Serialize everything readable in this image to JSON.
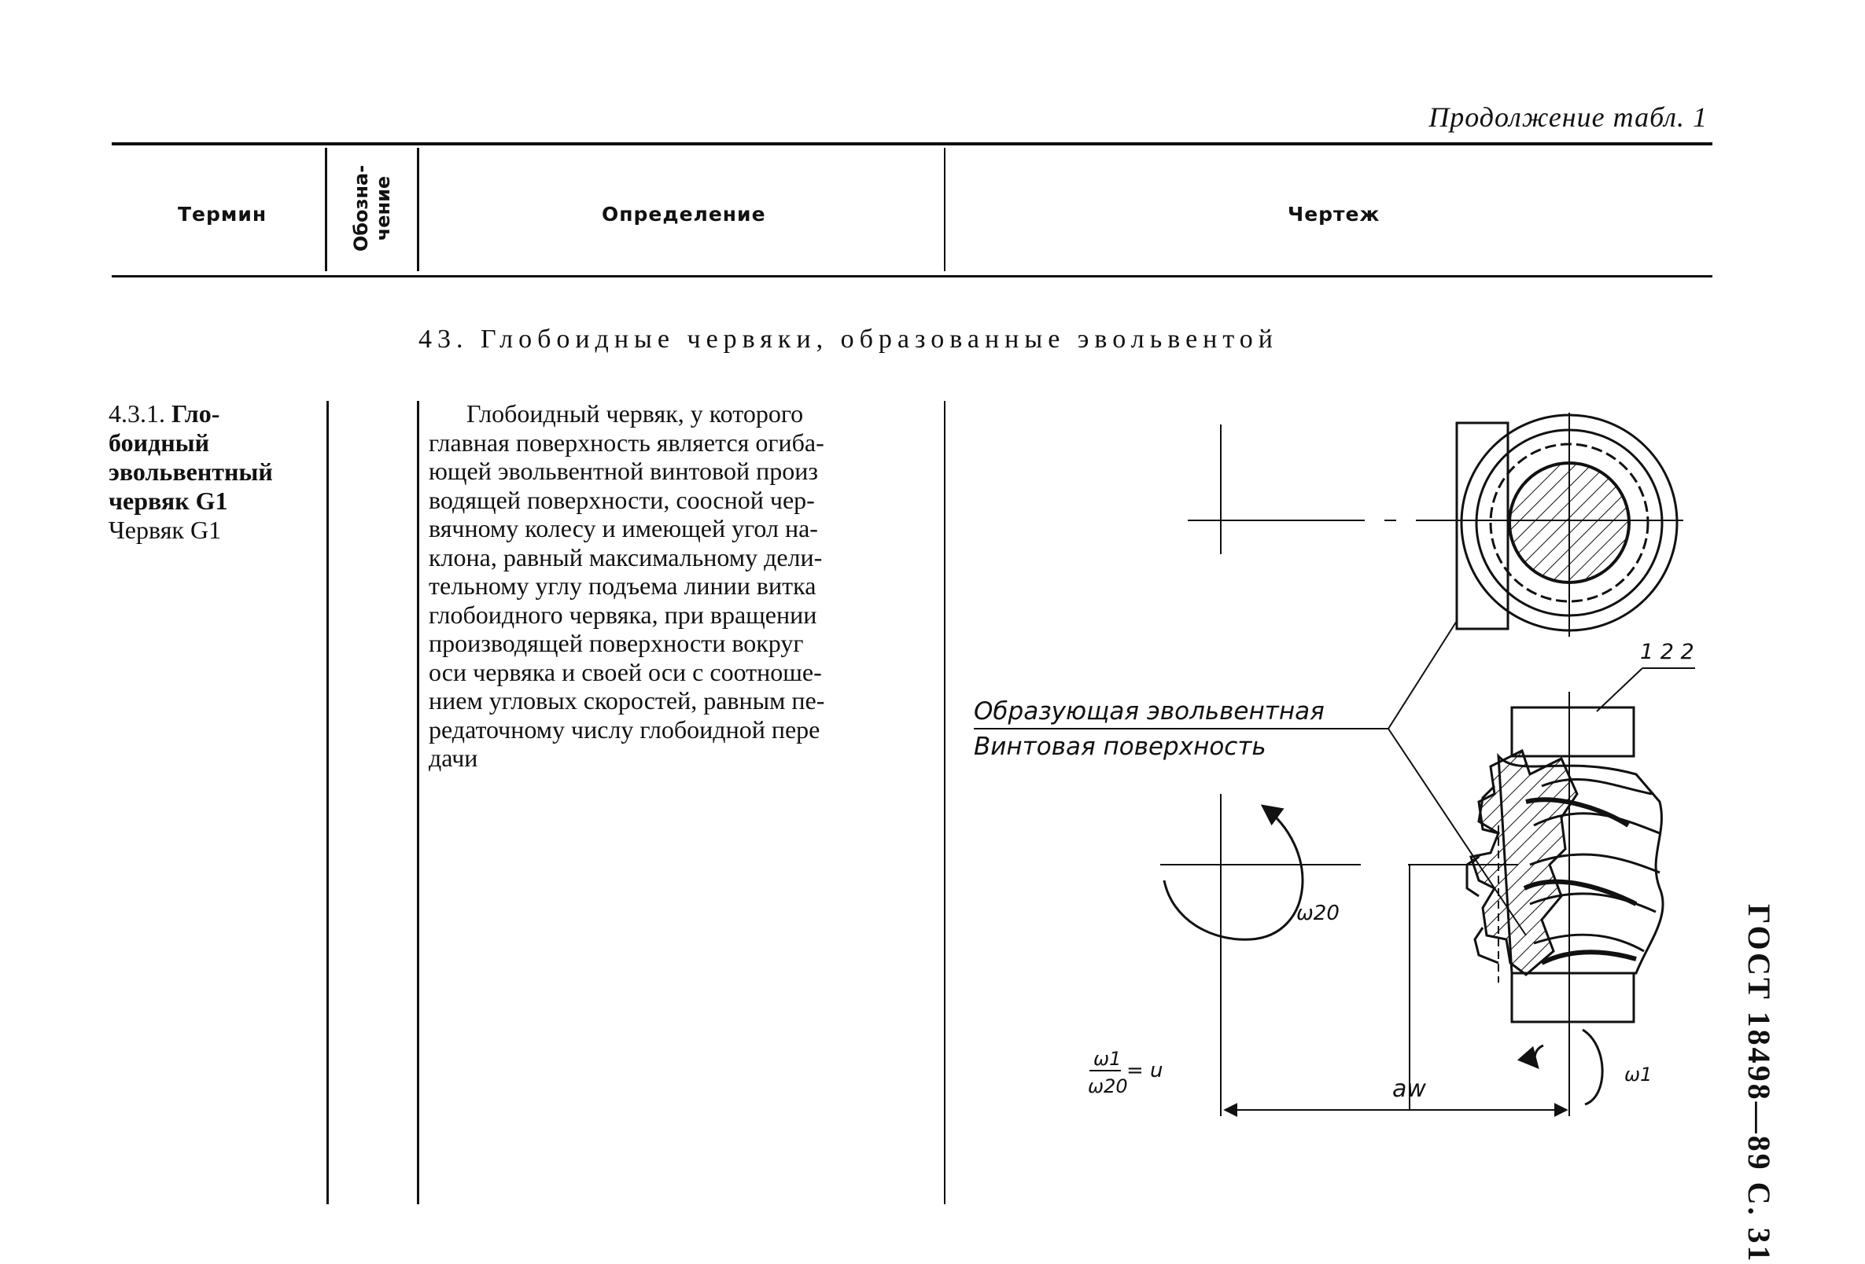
{
  "page_header": {
    "continuation": "Продолжение табл. 1"
  },
  "table_header": {
    "term": "Термин",
    "designation_line1": "Обозна-",
    "designation_line2": "чение",
    "definition": "Определение",
    "drawing": "Чертеж"
  },
  "section": {
    "title": "43. Глобоидные червяки, образованные эвольвентой"
  },
  "entry": {
    "number": "4.3.1.",
    "term_bold_1": "Гло-",
    "term_bold_2": "боидный",
    "term_bold_3": "эвольвентный",
    "term_bold_4": "червяк G1",
    "term_short": "Червяк G1",
    "designation": "",
    "definition_lines": [
      "Глобоидный  червяк, у  которого",
      "главная поверхность является огиба-",
      "ющей эвольвентной винтовой произ",
      "водящей поверхности, соосной  чер-",
      "вячному колесу и имеющей угол на-",
      "клона, равный максимальному дели-",
      "тельному углу подъема линии витка",
      "глобоидного  червяка, при вращении",
      "производящей   поверхности  вокруг",
      "оси червяка и своей оси с соотноше-",
      "нием угловых скоростей, равным пе-",
      "редаточному числу глобоидной пере",
      "дачи"
    ]
  },
  "drawing": {
    "label_line1": "Образующая эвольвентная",
    "label_line2": "Винтовая поверхность",
    "label_122": "1 2 2",
    "omega_20": "ω20",
    "omega_1": "ω1",
    "ratio_num": "ω1",
    "ratio_den": "ω20",
    "ratio_eq": "= u",
    "aw": "aw"
  },
  "stamp": {
    "text": "ГОСТ 18498—89 С. 31"
  }
}
